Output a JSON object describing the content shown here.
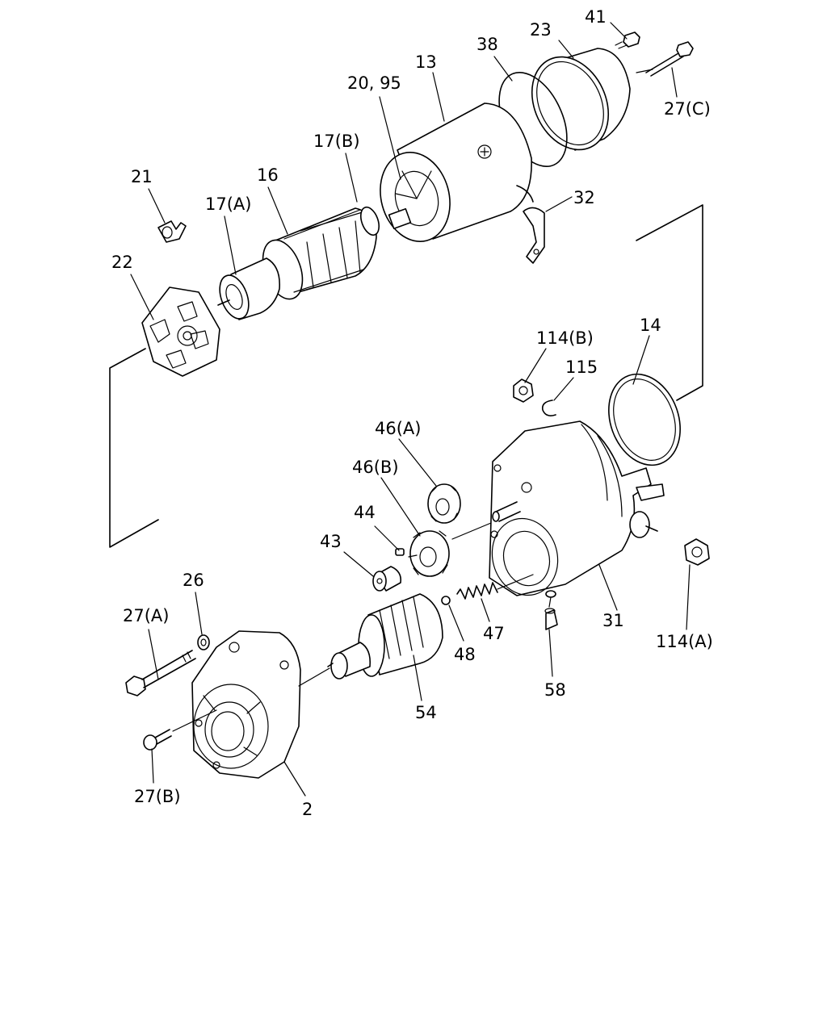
{
  "labels": {
    "l41": "41",
    "l23": "23",
    "l38": "38",
    "l13": "13",
    "l2095": "20, 95",
    "l27c": "27(C)",
    "l17b": "17(B)",
    "l21": "21",
    "l16": "16",
    "l17a": "17(A)",
    "l32": "32",
    "l22": "22",
    "l114b": "114(B)",
    "l14": "14",
    "l115": "115",
    "l46a": "46(A)",
    "l46b": "46(B)",
    "l44": "44",
    "l43": "43",
    "l26": "26",
    "l27a": "27(A)",
    "l47": "47",
    "l48": "48",
    "l31": "31",
    "l114a": "114(A)",
    "l54": "54",
    "l58": "58",
    "l27b": "27(B)",
    "l2": "2"
  }
}
